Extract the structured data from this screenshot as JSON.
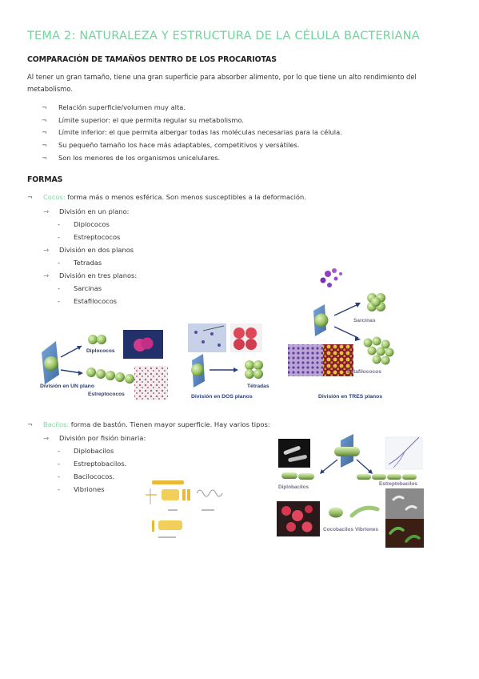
{
  "title": "TEMA 2: NATURALEZA Y ESTRUCTURA DE LA CÉLULA BACTERIANA",
  "section1": {
    "heading": "COMPARACIÓN DE TAMAÑOS DENTRO DE LOS PROCARIOTAS",
    "intro": "Al tener un gran tamaño, tiene una gran superficie para absorber alimento, por lo que tiene un alto rendimiento del metabolismo.",
    "bullet_mark": "¬",
    "bullets": [
      "Relación superficie/volumen muy alta.",
      "Límite superior: el que permita regular su metabolismo.",
      "Límite inferior: el que permita albergar todas las moléculas necesarias para la célula.",
      "Su pequeño tamaño los hace más adaptables, competitivos y versátiles.",
      "Son los menores de los organismos unicelulares."
    ]
  },
  "section2": {
    "heading": "FORMAS",
    "cocos": {
      "term": "Cocos:",
      "desc": " forma más o menos esférica. Son menos susceptibles a la deformación.",
      "groups": [
        {
          "label": "División en un plano:",
          "items": [
            "Diplococos",
            "Estreptococos"
          ]
        },
        {
          "label": "División en dos planos",
          "items": [
            "Tetradas"
          ]
        },
        {
          "label": "División en tres planos:",
          "items": [
            "Sarcinas",
            "Estafilococos"
          ]
        }
      ]
    },
    "bacilos": {
      "term": "Bacilos:",
      "desc": " forma de bastón. Tienen mayor superficie. Hay varios tipos:",
      "groups": [
        {
          "label": "División por fisión binaria:",
          "items": [
            "Diplobacilos",
            "Estreptobacilos.",
            "Bacilococos.",
            "Vibriones"
          ]
        }
      ]
    },
    "arrow_mark": "⇾",
    "dash_mark": "-"
  },
  "figure_cocos": {
    "diplococos": "Diplococos",
    "estreptococos": "Estreptococos",
    "un_plano": "División en UN plano",
    "tetradas": "Tétradas",
    "dos_planos": "División en DOS planos",
    "sarcinas": "Sarcinas",
    "estafilococos": "Estafilococos",
    "tres_planos": "División en TRES planos"
  },
  "figure_bacilos": {
    "diplobacilos": "Diplobacilos",
    "estreptobacilos": "Estreptobacilos",
    "cocobacilos": "Cocobacilos",
    "vibriones": "Vibriones"
  },
  "colors": {
    "title": "#6fd49b",
    "term": "#7fd8a0",
    "caption": "#2a3e78"
  }
}
